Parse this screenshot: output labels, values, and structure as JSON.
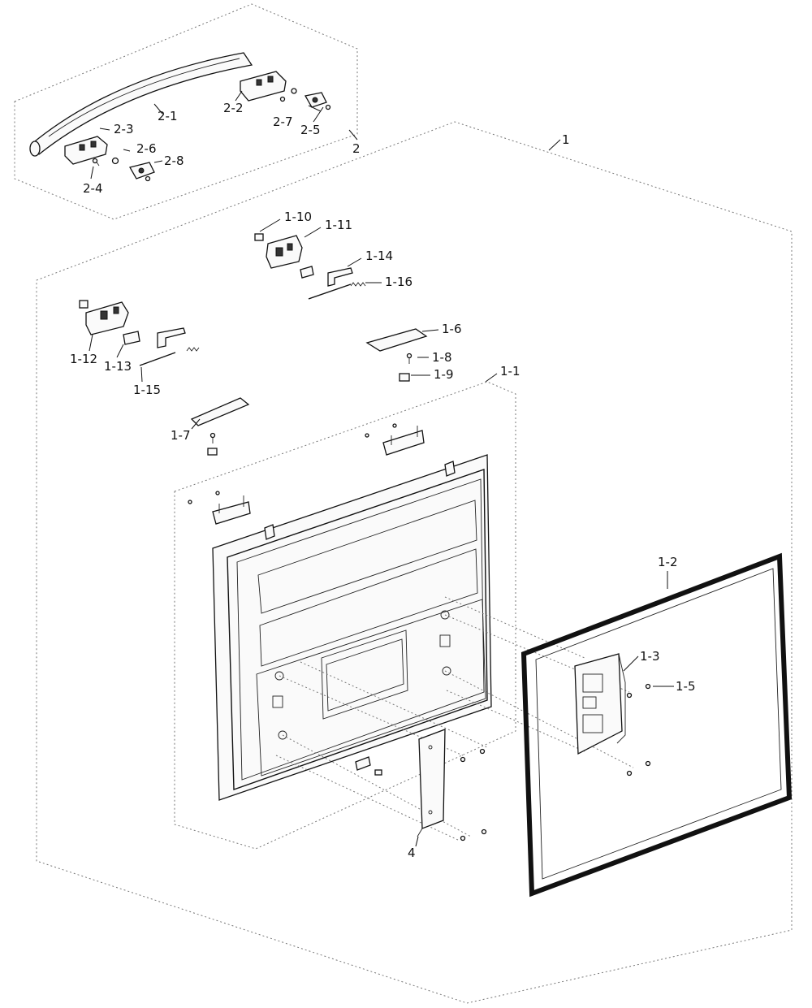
{
  "labels": {
    "a_1": "1",
    "a_1_1": "1-1",
    "a_1_2": "1-2",
    "a_1_3": "1-3",
    "a_1_5": "1-5",
    "a_1_6": "1-6",
    "a_1_7": "1-7",
    "a_1_8": "1-8",
    "a_1_9": "1-9",
    "a_1_10": "1-10",
    "a_1_11": "1-11",
    "a_1_12": "1-12",
    "a_1_13": "1-13",
    "a_1_14": "1-14",
    "a_1_15": "1-15",
    "a_1_16": "1-16",
    "a_2": "2",
    "a_2_1": "2-1",
    "a_2_2": "2-2",
    "a_2_3": "2-3",
    "a_2_4": "2-4",
    "a_2_5": "2-5",
    "a_2_6": "2-6",
    "a_2_7": "2-7",
    "a_2_8": "2-8",
    "a_4": "4"
  }
}
